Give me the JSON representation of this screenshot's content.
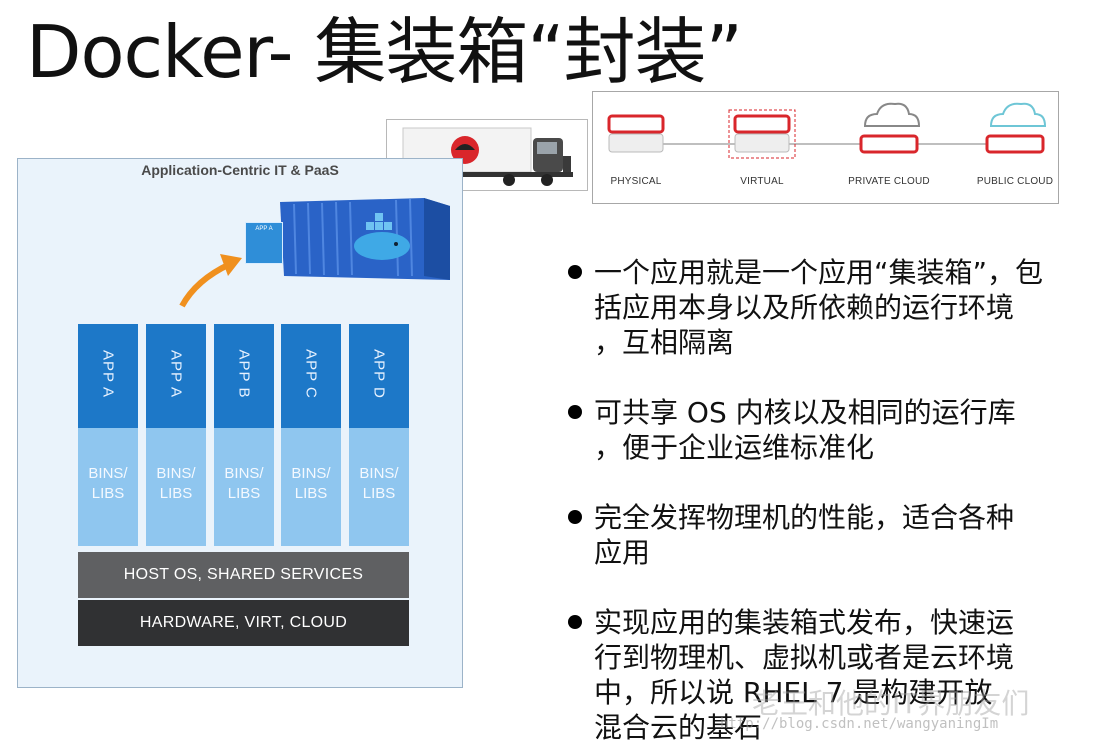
{
  "slide": {
    "title": "Docker- 集装箱“封装”"
  },
  "stack_diagram": {
    "title": "Application-Centric IT & PaaS",
    "apps": [
      "APP A",
      "APP A",
      "APP B",
      "APP C",
      "APP D"
    ],
    "bins_label_1": "BINS/",
    "bins_label_2": "LIBS",
    "host_layer": "HOST OS, SHARED SERVICES",
    "hardware_layer": "HARDWARE, VIRT, CLOUD",
    "card_label": "APP A"
  },
  "deployment_panel": {
    "labels": [
      "PHYSICAL",
      "VIRTUAL",
      "PRIVATE CLOUD",
      "PUBLIC CLOUD"
    ]
  },
  "bullets": [
    {
      "lines": [
        "一个应用就是一个应用“集装箱”，包",
        "括应用本身以及所依赖的运行环境",
        "，互相隔离"
      ]
    },
    {
      "lines": [
        "可共享 OS 内核以及相同的运行库",
        "，便于企业运维标准化"
      ]
    },
    {
      "lines": [
        "完全发挥物理机的性能，适合各种",
        "应用"
      ]
    },
    {
      "lines": [
        "实现应用的集装箱式发布，快速运",
        "行到物理机、虚拟机或者是云环境",
        "中，所以说 RHEL 7 是构建开放",
        "混合云的基石"
      ]
    }
  ],
  "watermark": {
    "text": "老王和他的IT界朋友们",
    "url": "http://blog.csdn.net/wangyaningIm"
  },
  "colors": {
    "app_blue": "#1d78c8",
    "bins_blue": "#8fc6ef",
    "host_gray": "#5f6062",
    "hardware_dark": "#303133",
    "redhat_red": "#d9262b"
  }
}
